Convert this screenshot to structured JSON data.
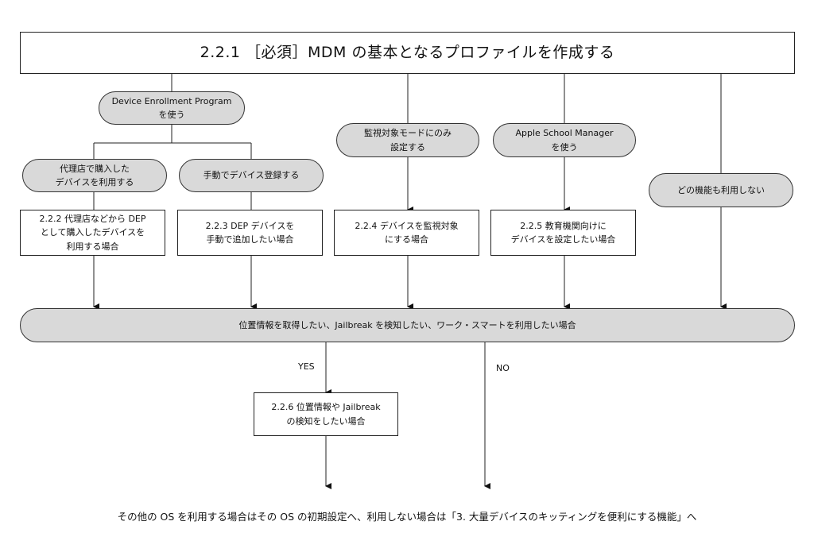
{
  "title": "2.2.1 ［必須］MDM の基本となるプロファイルを作成する",
  "options": {
    "dep": "Device Enrollment Program\nを使う",
    "supervised": "監視対象モードにのみ\n設定する",
    "school": "Apple School Manager\nを使う",
    "none": "どの機能も利用しない"
  },
  "dep_choices": {
    "reseller": "代理店で購入した\nデバイスを利用する",
    "manual": "手動でデバイス登録する"
  },
  "sections": {
    "s222": "2.2.2 代理店などから DEP\nとして購入したデバイスを\n利用する場合",
    "s223": "2.2.3 DEP デバイスを\n手動で追加したい場合",
    "s224": "2.2.4 デバイスを監視対象\nにする場合",
    "s225": "2.2.5 教育機関向けに\nデバイスを設定したい場合",
    "s226": "2.2.6 位置情報や Jailbreak\nの検知をしたい場合"
  },
  "decision": "位置情報を取得したい、Jailbreak を検知したい、ワーク・スマートを利用したい場合",
  "branch": {
    "yes": "YES",
    "no": "NO"
  },
  "footer": "その他の OS を利用する場合はその OS の初期設定へ、利用しない場合は「3. 大量デバイスのキッティングを便利にする機能」へ"
}
